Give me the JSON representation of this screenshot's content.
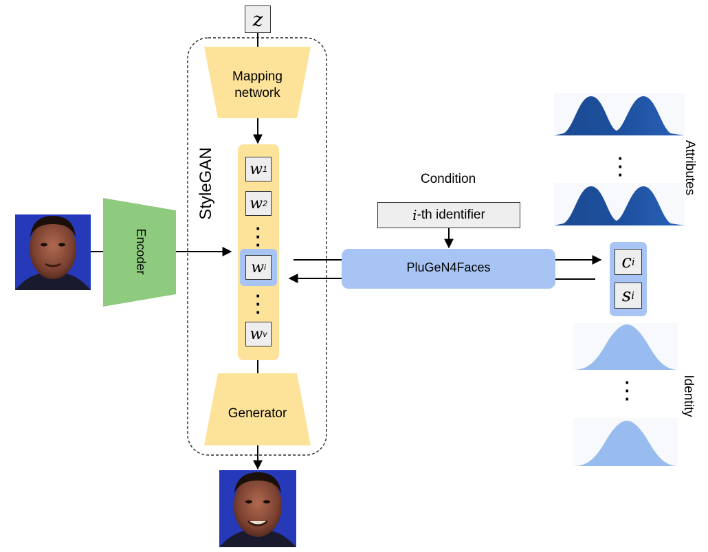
{
  "z_label": "z",
  "mapping_network": {
    "line1": "Mapping",
    "line2": "network"
  },
  "stylegan_label": "StyleGAN",
  "encoder_label": "Encoder",
  "generator_label": "Generator",
  "latents": {
    "w1": {
      "base": "w",
      "sub": "1"
    },
    "w2": {
      "base": "w",
      "sub": "2"
    },
    "wi": {
      "base": "w",
      "sub": "i"
    },
    "wv": {
      "base": "w",
      "sub": "v"
    }
  },
  "condition_label": "Condition",
  "identifier": {
    "prefix": "i",
    "text": "-th identifier"
  },
  "plugen_label": "PluGeN4Faces",
  "outputs": {
    "ci": {
      "base": "c",
      "sub": "i"
    },
    "si": {
      "base": "s",
      "sub": "i"
    }
  },
  "attributes_label": "Attributes",
  "identity_label": "Identity",
  "colors": {
    "yellow": "#fde29a",
    "green": "#8fcb7e",
    "blue_box": "#a8c4f4",
    "dark_blue": "#1b4f9c",
    "light_blue": "#98bcef",
    "photo_bg": "#2a3fc0"
  }
}
